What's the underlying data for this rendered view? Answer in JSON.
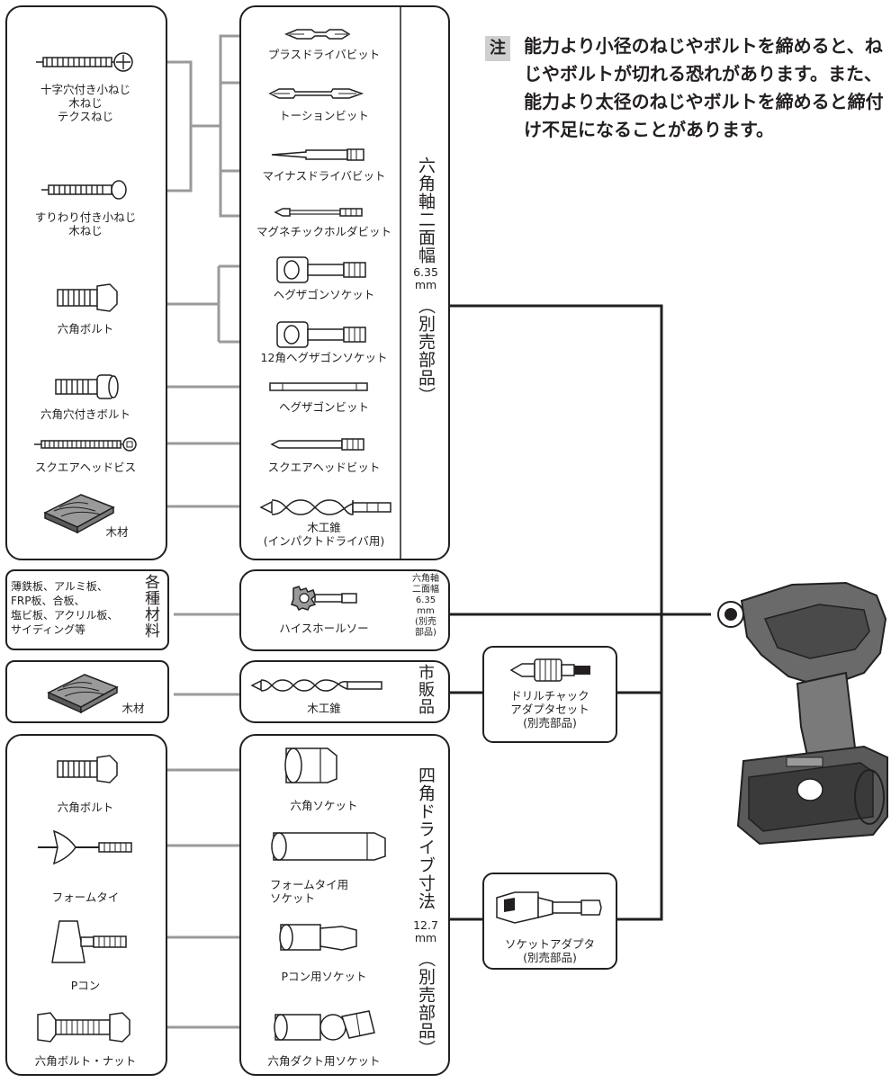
{
  "note": {
    "mark": "注",
    "text": "能力より小径のねじやボルトを締めると、ねじやボルトが切れる恐れがあります。また、能力より太径のねじやボルトを締めると締付け不足になることがあります。"
  },
  "fasteners_top": [
    {
      "label": "十字穴付き小ねじ\n木ねじ\nテクスねじ"
    },
    {
      "label": "すりわり付き小ねじ\n木ねじ"
    },
    {
      "label": "六角ボルト"
    },
    {
      "label": "六角穴付きボルト"
    },
    {
      "label": "スクエアヘッドビス"
    },
    {
      "label": "木材"
    }
  ],
  "bits_top": [
    {
      "label": "プラスドライバビット"
    },
    {
      "label": "トーションビット"
    },
    {
      "label": "マイナスドライバビット"
    },
    {
      "label": "マグネチックホルダビット"
    },
    {
      "label": "ヘグザゴンソケット"
    },
    {
      "label": "12角ヘグザゴンソケット"
    },
    {
      "label": "ヘグザゴンビット"
    },
    {
      "label": "スクエアヘッドビット"
    },
    {
      "label": "木工錐\n(インパクトドライバ用)"
    }
  ],
  "group_top": {
    "vertical": "六角軸二面幅",
    "size": "6.35\nmm",
    "vertical2": "（別売部品）"
  },
  "materials": {
    "label": "薄鉄板、アルミ板、\nFRP板、合板、\n塩ビ板、アクリル板、\nサイディング等",
    "tag": "各種材料"
  },
  "holesaw": {
    "label": "ハイスホールソー",
    "group": "六角軸\n二面幅\n6.35\nmm\n(別売\n部品)"
  },
  "wood2": {
    "label": "木材"
  },
  "auger": {
    "label": "木工錐",
    "group": "市販品"
  },
  "drill_chuck": {
    "label": "ドリルチャック\nアダプタセット\n(別売部品)"
  },
  "fasteners_bottom": [
    {
      "label": "六角ボルト"
    },
    {
      "label": "フォームタイ"
    },
    {
      "label": "Pコン"
    },
    {
      "label": "六角ボルト・ナット"
    }
  ],
  "sockets_bottom": [
    {
      "label": "六角ソケット"
    },
    {
      "label": "フォームタイ用\nソケット"
    },
    {
      "label": "Pコン用ソケット"
    },
    {
      "label": "六角ダクト用ソケット"
    }
  ],
  "group_bottom": {
    "vertical": "四角ドライブ寸法",
    "size": "12.7\nmm",
    "vertical2": "（別売部品）"
  },
  "socket_adapter": {
    "label": "ソケットアダプタ\n(別売部品)"
  }
}
